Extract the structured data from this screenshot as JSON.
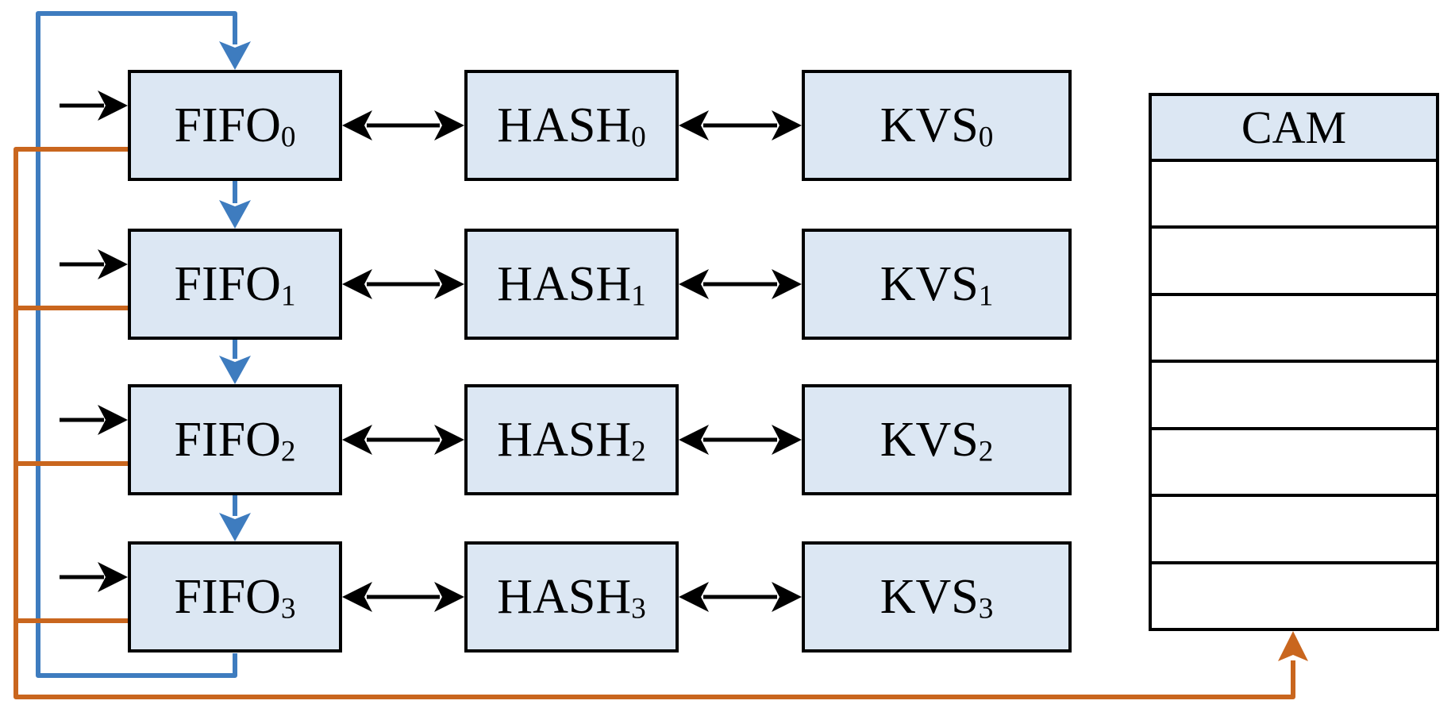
{
  "colors": {
    "background": "#ffffff",
    "box_fill": "#dce7f3",
    "box_border": "#000000",
    "link_black": "#000000",
    "flow_blue": "#3e7cbf",
    "flow_orange": "#c9661e"
  },
  "units": [
    {
      "fifo": {
        "base": "FIFO",
        "sub": "0"
      },
      "hash": {
        "base": "HASH",
        "sub": "0"
      },
      "kvs": {
        "base": "KVS",
        "sub": "0"
      }
    },
    {
      "fifo": {
        "base": "FIFO",
        "sub": "1"
      },
      "hash": {
        "base": "HASH",
        "sub": "1"
      },
      "kvs": {
        "base": "KVS",
        "sub": "1"
      }
    },
    {
      "fifo": {
        "base": "FIFO",
        "sub": "2"
      },
      "hash": {
        "base": "HASH",
        "sub": "2"
      },
      "kvs": {
        "base": "KVS",
        "sub": "2"
      }
    },
    {
      "fifo": {
        "base": "FIFO",
        "sub": "3"
      },
      "hash": {
        "base": "HASH",
        "sub": "3"
      },
      "kvs": {
        "base": "KVS",
        "sub": "3"
      }
    }
  ],
  "cam": {
    "title": "CAM",
    "empty_row_count": 7
  }
}
